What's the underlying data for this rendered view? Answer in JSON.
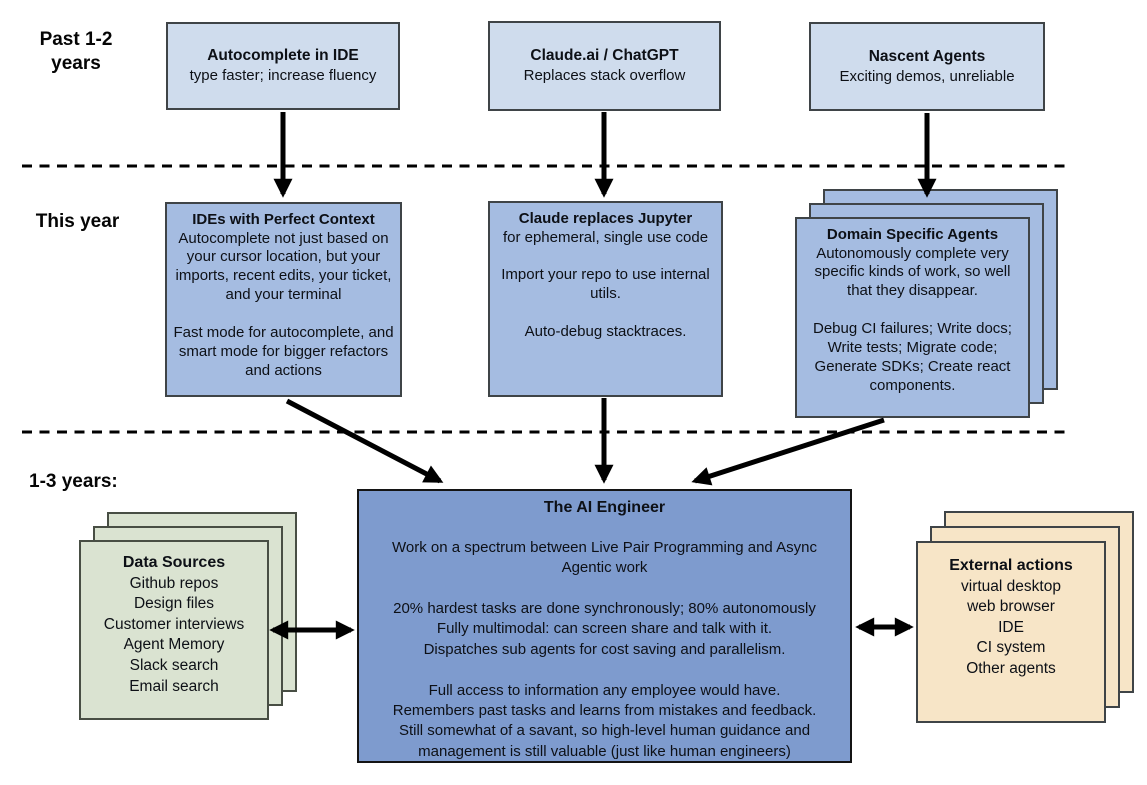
{
  "labels": {
    "past": "Past 1-2\nyears",
    "this_year": "This year",
    "future": "1-3 years:"
  },
  "past_row": [
    {
      "title": "Autocomplete in IDE",
      "body": "type faster; increase fluency"
    },
    {
      "title": "Claude.ai / ChatGPT",
      "body": "Replaces stack overflow"
    },
    {
      "title": "Nascent Agents",
      "body": "Exciting demos, unreliable"
    }
  ],
  "this_year_row": [
    {
      "title": "IDEs with Perfect Context",
      "body": "Autocomplete not just based on your cursor location, but your imports, recent edits, your ticket, and your terminal\n\nFast mode for autocomplete, and smart mode for bigger refactors and actions"
    },
    {
      "title": "Claude replaces Jupyter",
      "body": "for ephemeral, single use code\n\nImport your repo to use internal utils.\n\nAuto-debug stacktraces."
    },
    {
      "title": "Domain Specific Agents",
      "body": "Autonomously complete very specific kinds of work, so well that they disappear.\n\nDebug CI failures; Write docs; Write tests; Migrate code; Generate SDKs; Create react components."
    }
  ],
  "future_row": {
    "data_sources": {
      "title": "Data Sources",
      "items": [
        "Github repos",
        "Design files",
        "Customer interviews",
        "Agent Memory",
        "Slack search",
        "Email search"
      ]
    },
    "ai_engineer": {
      "title": "The AI Engineer",
      "body": "Work on a spectrum between Live Pair Programming and Async Agentic work\n\n20% hardest tasks are done synchronously; 80% autonomously\nFully multimodal: can screen share and talk with it.\nDispatches sub agents for cost saving and parallelism.\n\nFull access to information any employee would have.\nRemembers past tasks and learns from mistakes and feedback.\nStill somewhat of a savant, so high-level human guidance and\nmanagement is still valuable (just like human engineers)"
    },
    "external_actions": {
      "title": "External actions",
      "items": [
        "virtual desktop",
        "web browser",
        "IDE",
        "CI system",
        "Other agents"
      ]
    }
  },
  "colors": {
    "past_fill": "#cfdced",
    "this_year_fill": "#a5bce1",
    "ai_engineer_fill": "#7e9bce",
    "data_sources_fill": "#dae3d1",
    "external_actions_fill": "#f7e5c7",
    "box_border": "#3f4447",
    "arrow": "#000000"
  }
}
